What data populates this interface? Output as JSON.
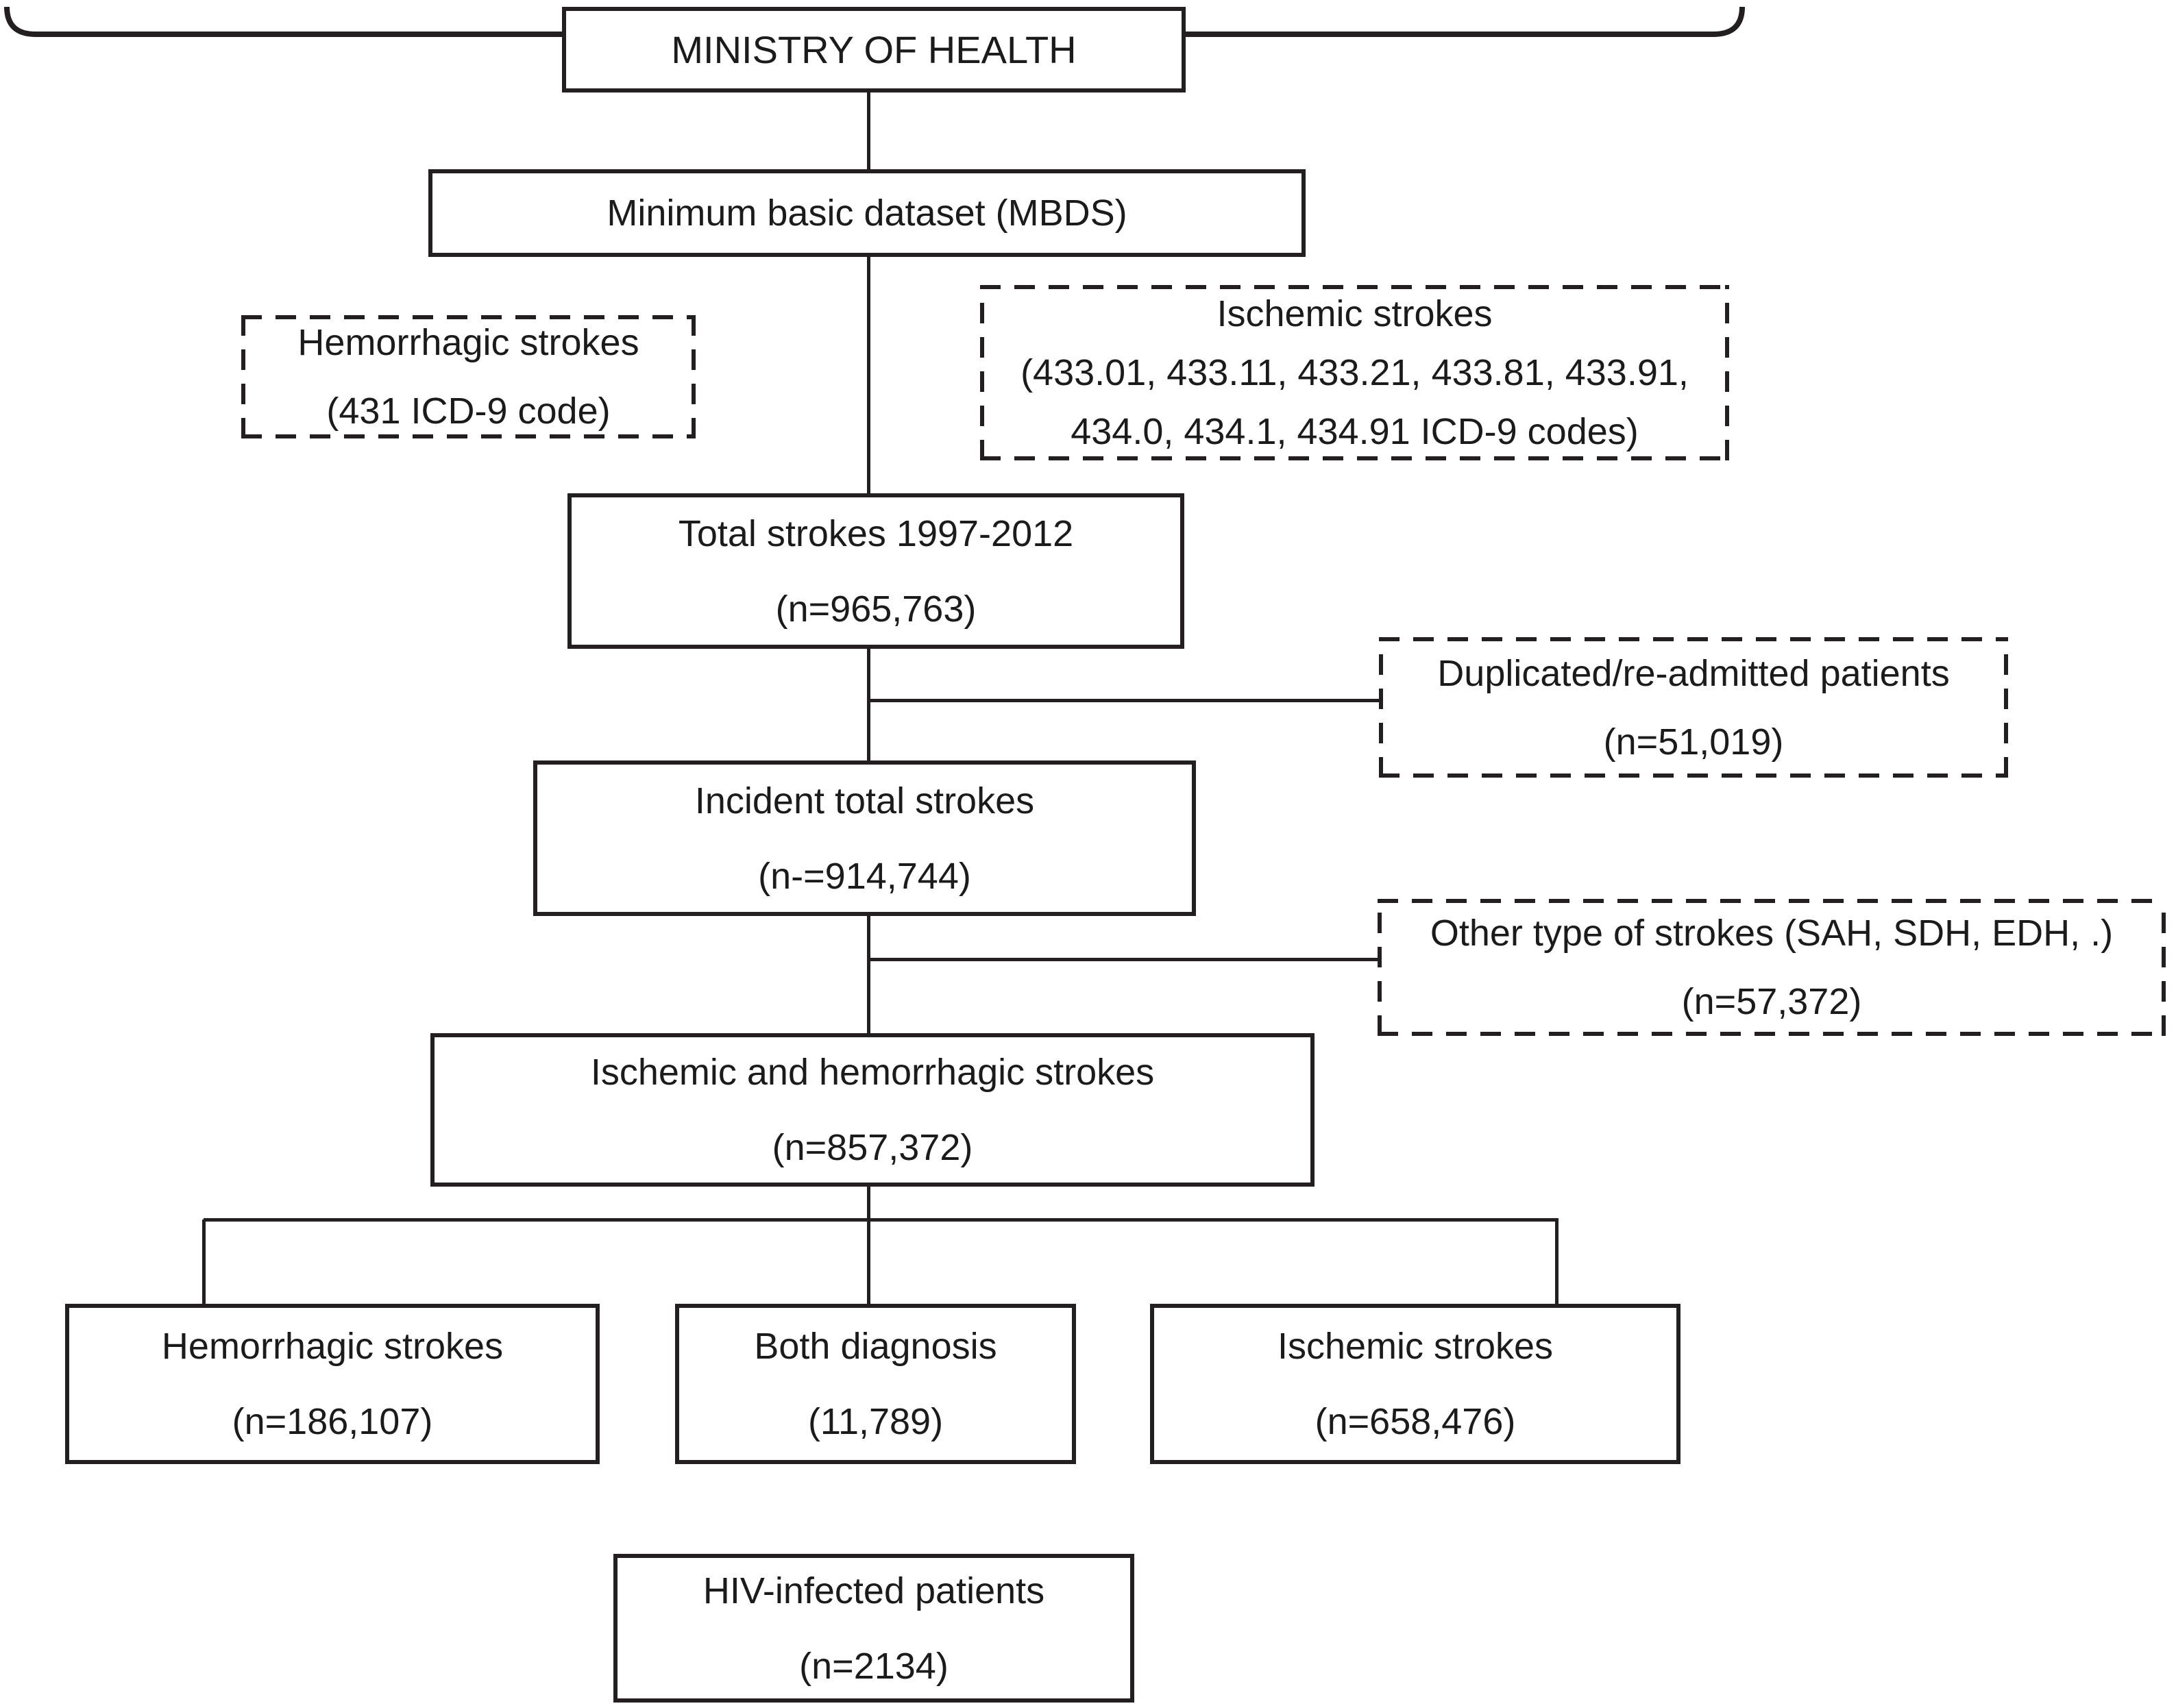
{
  "figure": {
    "type": "flowchart",
    "colors": {
      "ink": "#231f20",
      "background": "#ffffff"
    },
    "nodes": {
      "ministry": {
        "label": "MINISTRY OF HEALTH"
      },
      "mbds": {
        "label": "Minimum basic dataset (MBDS)"
      },
      "hemorrhagic_codes": {
        "line1": "Hemorrhagic strokes",
        "line2": "(431 ICD-9 code)"
      },
      "ischemic_codes": {
        "line1": "Ischemic strokes",
        "line2": "(433.01, 433.11, 433.21, 433.81, 433.91,",
        "line3": "434.0, 434.1, 434.91 ICD-9 codes)"
      },
      "total_strokes": {
        "line1": "Total strokes 1997-2012",
        "line2": "(n=965,763)"
      },
      "duplicated": {
        "line1": "Duplicated/re-admitted patients",
        "line2": "(n=51,019)"
      },
      "incident_strokes": {
        "line1": "Incident total strokes",
        "line2": "(n-=914,744)"
      },
      "other_strokes": {
        "line1": "Other type of strokes (SAH, SDH, EDH, .)",
        "line2": "(n=57,372)"
      },
      "ischemic_hemorrhagic": {
        "line1": "Ischemic and hemorrhagic strokes",
        "line2": "(n=857,372)"
      },
      "hemorrhagic_final": {
        "line1": "Hemorrhagic strokes",
        "line2": "(n=186,107)"
      },
      "both_diagnosis": {
        "line1": "Both diagnosis",
        "line2": "(11,789)"
      },
      "ischemic_final": {
        "line1": "Ischemic strokes",
        "line2": "(n=658,476)"
      },
      "hiv": {
        "line1": "HIV-infected patients",
        "line2": "(n=2134)"
      }
    }
  }
}
